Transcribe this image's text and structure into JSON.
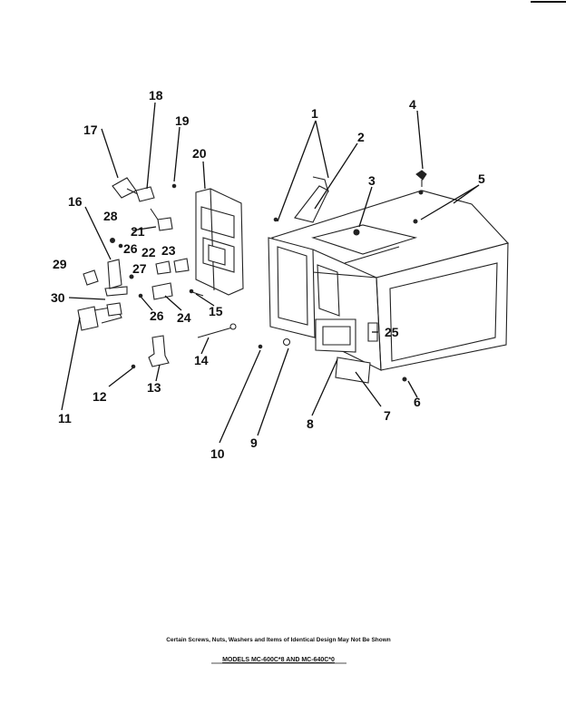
{
  "callouts": [
    "1",
    "2",
    "3",
    "4",
    "5",
    "6",
    "7",
    "8",
    "9",
    "10",
    "11",
    "12",
    "13",
    "14",
    "15",
    "16",
    "17",
    "18",
    "19",
    "20",
    "21",
    "22",
    "23",
    "24",
    "25",
    "26",
    "26",
    "27",
    "28",
    "29",
    "30"
  ],
  "footer": {
    "note": "Certain Screws, Nuts, Washers and Items of Identical Design May Not Be Shown",
    "models": "MODELS MC-600C*8 AND MC-640C*0"
  }
}
